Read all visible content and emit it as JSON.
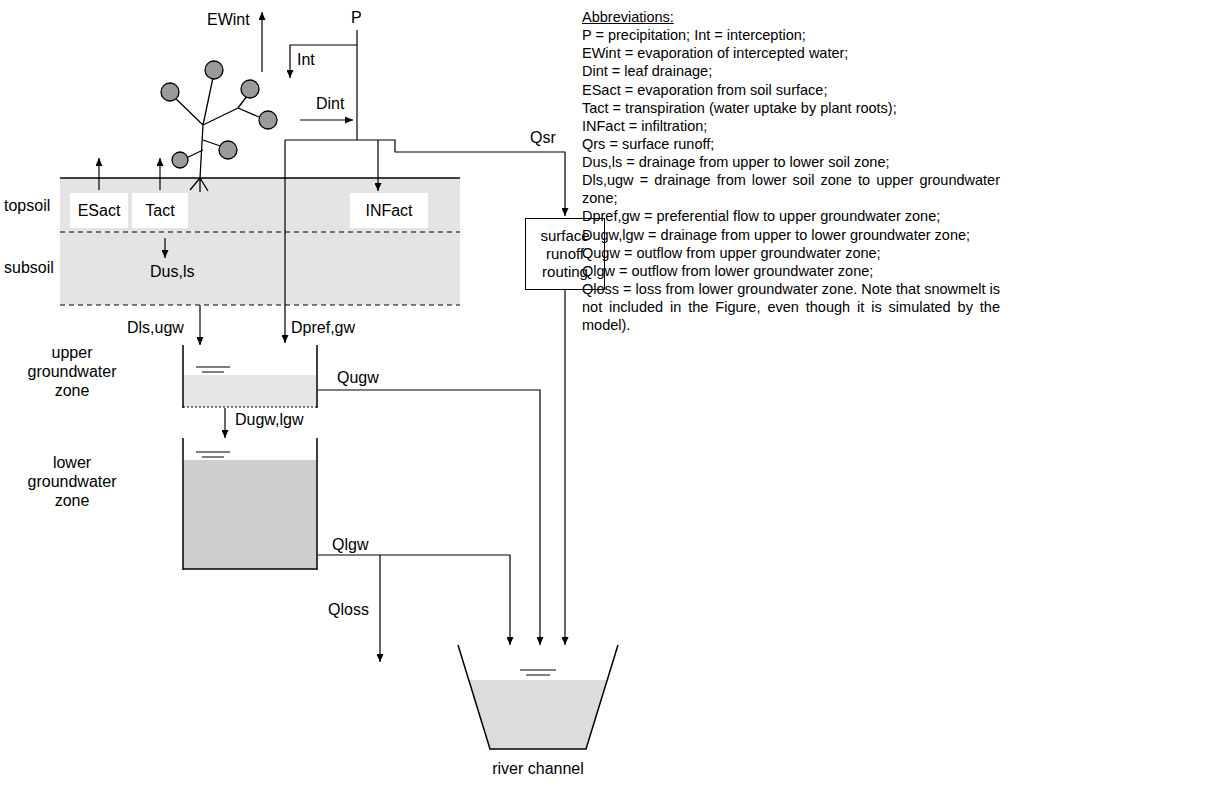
{
  "diagram": {
    "nodes": [
      {
        "text": [
          "Dus,ls"
        ]
      },
      {
        "text": [
          "ESact"
        ],
        "in": 0
      },
      {
        "text": [
          "Tact"
        ],
        "in": 0
      },
      {
        "text": [
          "INFact"
        ],
        "in": 0
      },
      {
        "text": [
          "surface runoff routing"
        ]
      },
      {
        "text": [
          "upper groundwater zone"
        ]
      },
      {
        "text": [
          "lower groundwater zone"
        ]
      },
      {
        "text": [
          "river channel"
        ]
      }
    ],
    "edges": [
      {
        "from": 0,
        "to": 5,
        "arrow": "to",
        "label": "Dls,ugw"
      },
      {
        "from": 4,
        "to": 7,
        "arrow": "to"
      },
      {
        "from": 5,
        "to": 7,
        "arrow": "to",
        "label": "Qugw"
      },
      {
        "from": 5,
        "to": 6,
        "arrow": "to",
        "label": "Dugw,lgw"
      },
      {
        "from": 6,
        "to": 7,
        "arrow": "to",
        "label": "Qlgw"
      }
    ],
    "labels": [
      "EWint",
      "P",
      "Int",
      "Dint",
      "topsoil",
      "subsoil",
      "Qsr",
      "Dpref,gw",
      "Qloss",
      "Abbreviations:",
      "P = precipitation; Int = interception;",
      "EWint = evaporation of intercepted water;",
      "Dint = leaf drainage;",
      "ESact = evaporation from soil surface;",
      "Tact = transpiration (water uptake by plant roots);",
      "INFact = infiltration;",
      "Qrs = surface runoff;",
      "Dus,ls = drainage from upper to lower soil zone;",
      "Dls,ugw = drainage from lower soil zone to upper groundwater zone;",
      "Dpref,gw = preferential flow to upper groundwater zone;",
      "Dugw,lgw = drainage from upper to lower groundwater zone;",
      "Qugw = outflow from upper groundwater zone;",
      "Qlgw = outflow from lower groundwater zone;",
      "Qloss = loss from lower groundwater zone. Note that snowmelt is not included in the Figure, even though it is simulated by the model)."
    ]
  }
}
